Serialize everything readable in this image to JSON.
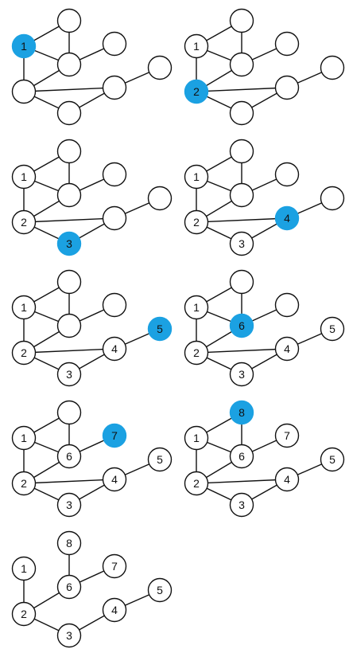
{
  "colors": {
    "highlight": "#1ba1e2",
    "stroke": "#111111",
    "fill": "#ffffff"
  },
  "nodes": [
    "n1",
    "n2",
    "n3",
    "n4",
    "n5",
    "n6",
    "n7",
    "n8"
  ],
  "panels": [
    {
      "labels": {
        "n1": "1",
        "n2": "",
        "n3": "",
        "n4": "",
        "n5": "",
        "n6": "",
        "n7": "",
        "n8": ""
      },
      "highlight": "n1",
      "edges": [
        [
          "n1",
          "n2"
        ],
        [
          "n1",
          "n8"
        ],
        [
          "n1",
          "n6"
        ],
        [
          "n8",
          "n6"
        ],
        [
          "n6",
          "n7"
        ],
        [
          "n6",
          "n2"
        ],
        [
          "n2",
          "n3"
        ],
        [
          "n2",
          "n4"
        ],
        [
          "n3",
          "n4"
        ],
        [
          "n4",
          "n5"
        ]
      ]
    },
    {
      "labels": {
        "n1": "1",
        "n2": "2",
        "n3": "",
        "n4": "",
        "n5": "",
        "n6": "",
        "n7": "",
        "n8": ""
      },
      "highlight": "n2",
      "edges": [
        [
          "n1",
          "n2"
        ],
        [
          "n1",
          "n8"
        ],
        [
          "n1",
          "n6"
        ],
        [
          "n8",
          "n6"
        ],
        [
          "n6",
          "n7"
        ],
        [
          "n6",
          "n2"
        ],
        [
          "n2",
          "n3"
        ],
        [
          "n2",
          "n4"
        ],
        [
          "n3",
          "n4"
        ],
        [
          "n4",
          "n5"
        ]
      ]
    },
    {
      "labels": {
        "n1": "1",
        "n2": "2",
        "n3": "3",
        "n4": "",
        "n5": "",
        "n6": "",
        "n7": "",
        "n8": ""
      },
      "highlight": "n3",
      "edges": [
        [
          "n1",
          "n2"
        ],
        [
          "n1",
          "n8"
        ],
        [
          "n1",
          "n6"
        ],
        [
          "n8",
          "n6"
        ],
        [
          "n6",
          "n7"
        ],
        [
          "n6",
          "n2"
        ],
        [
          "n2",
          "n3"
        ],
        [
          "n2",
          "n4"
        ],
        [
          "n3",
          "n4"
        ],
        [
          "n4",
          "n5"
        ]
      ]
    },
    {
      "labels": {
        "n1": "1",
        "n2": "2",
        "n3": "3",
        "n4": "4",
        "n5": "",
        "n6": "",
        "n7": "",
        "n8": ""
      },
      "highlight": "n4",
      "edges": [
        [
          "n1",
          "n2"
        ],
        [
          "n1",
          "n8"
        ],
        [
          "n1",
          "n6"
        ],
        [
          "n8",
          "n6"
        ],
        [
          "n6",
          "n7"
        ],
        [
          "n6",
          "n2"
        ],
        [
          "n2",
          "n3"
        ],
        [
          "n2",
          "n4"
        ],
        [
          "n3",
          "n4"
        ],
        [
          "n4",
          "n5"
        ]
      ]
    },
    {
      "labels": {
        "n1": "1",
        "n2": "2",
        "n3": "3",
        "n4": "4",
        "n5": "5",
        "n6": "",
        "n7": "",
        "n8": ""
      },
      "highlight": "n5",
      "edges": [
        [
          "n1",
          "n2"
        ],
        [
          "n1",
          "n8"
        ],
        [
          "n1",
          "n6"
        ],
        [
          "n8",
          "n6"
        ],
        [
          "n6",
          "n7"
        ],
        [
          "n6",
          "n2"
        ],
        [
          "n2",
          "n3"
        ],
        [
          "n2",
          "n4"
        ],
        [
          "n3",
          "n4"
        ],
        [
          "n4",
          "n5"
        ]
      ]
    },
    {
      "labels": {
        "n1": "1",
        "n2": "2",
        "n3": "3",
        "n4": "4",
        "n5": "5",
        "n6": "6",
        "n7": "",
        "n8": ""
      },
      "highlight": "n6",
      "edges": [
        [
          "n1",
          "n2"
        ],
        [
          "n1",
          "n8"
        ],
        [
          "n1",
          "n6"
        ],
        [
          "n8",
          "n6"
        ],
        [
          "n6",
          "n7"
        ],
        [
          "n6",
          "n2"
        ],
        [
          "n2",
          "n3"
        ],
        [
          "n2",
          "n4"
        ],
        [
          "n3",
          "n4"
        ],
        [
          "n4",
          "n5"
        ]
      ]
    },
    {
      "labels": {
        "n1": "1",
        "n2": "2",
        "n3": "3",
        "n4": "4",
        "n5": "5",
        "n6": "6",
        "n7": "7",
        "n8": ""
      },
      "highlight": "n7",
      "edges": [
        [
          "n1",
          "n2"
        ],
        [
          "n1",
          "n8"
        ],
        [
          "n1",
          "n6"
        ],
        [
          "n8",
          "n6"
        ],
        [
          "n6",
          "n7"
        ],
        [
          "n6",
          "n2"
        ],
        [
          "n2",
          "n3"
        ],
        [
          "n2",
          "n4"
        ],
        [
          "n3",
          "n4"
        ],
        [
          "n4",
          "n5"
        ]
      ]
    },
    {
      "labels": {
        "n1": "1",
        "n2": "2",
        "n3": "3",
        "n4": "4",
        "n5": "5",
        "n6": "6",
        "n7": "7",
        "n8": "8"
      },
      "highlight": "n8",
      "edges": [
        [
          "n1",
          "n2"
        ],
        [
          "n1",
          "n8"
        ],
        [
          "n1",
          "n6"
        ],
        [
          "n8",
          "n6"
        ],
        [
          "n6",
          "n7"
        ],
        [
          "n6",
          "n2"
        ],
        [
          "n2",
          "n3"
        ],
        [
          "n2",
          "n4"
        ],
        [
          "n3",
          "n4"
        ],
        [
          "n4",
          "n5"
        ]
      ]
    },
    {
      "labels": {
        "n1": "1",
        "n2": "2",
        "n3": "3",
        "n4": "4",
        "n5": "5",
        "n6": "6",
        "n7": "7",
        "n8": "8"
      },
      "highlight": "",
      "edges": [
        [
          "n1",
          "n2"
        ],
        [
          "n8",
          "n6"
        ],
        [
          "n6",
          "n7"
        ],
        [
          "n6",
          "n2"
        ],
        [
          "n2",
          "n3"
        ],
        [
          "n3",
          "n4"
        ],
        [
          "n4",
          "n5"
        ]
      ]
    }
  ]
}
